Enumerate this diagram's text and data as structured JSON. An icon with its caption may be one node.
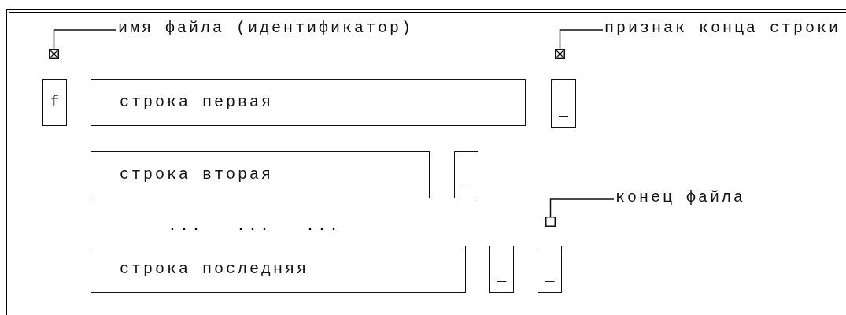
{
  "diagram": {
    "nodes": [
      {
        "text": [
          "имя файла (идентификатор)"
        ]
      },
      {
        "text": [],
        "shape": "box"
      },
      {
        "text": [
          "признак конца строки"
        ]
      },
      {
        "text": [],
        "shape": "box"
      },
      {
        "text": [
          "f"
        ]
      },
      {
        "text": [
          "строка первая"
        ]
      },
      {
        "text": [
          "_"
        ]
      },
      {
        "text": [
          "строка вторая"
        ]
      },
      {
        "text": [
          "_"
        ]
      },
      {
        "text": [
          "конец файла"
        ]
      },
      {
        "text": [],
        "shape": "box"
      },
      {
        "text": [
          "строка последняя"
        ]
      },
      {
        "text": [
          "_"
        ]
      },
      {
        "text": [
          "_"
        ]
      }
    ],
    "edges": [
      {
        "from": 0,
        "to": 1,
        "arrow": "none"
      },
      {
        "from": 2,
        "to": 3,
        "arrow": "none"
      },
      {
        "from": 9,
        "to": 10,
        "arrow": "none"
      }
    ],
    "labels": [
      "...",
      "...",
      "..."
    ]
  }
}
